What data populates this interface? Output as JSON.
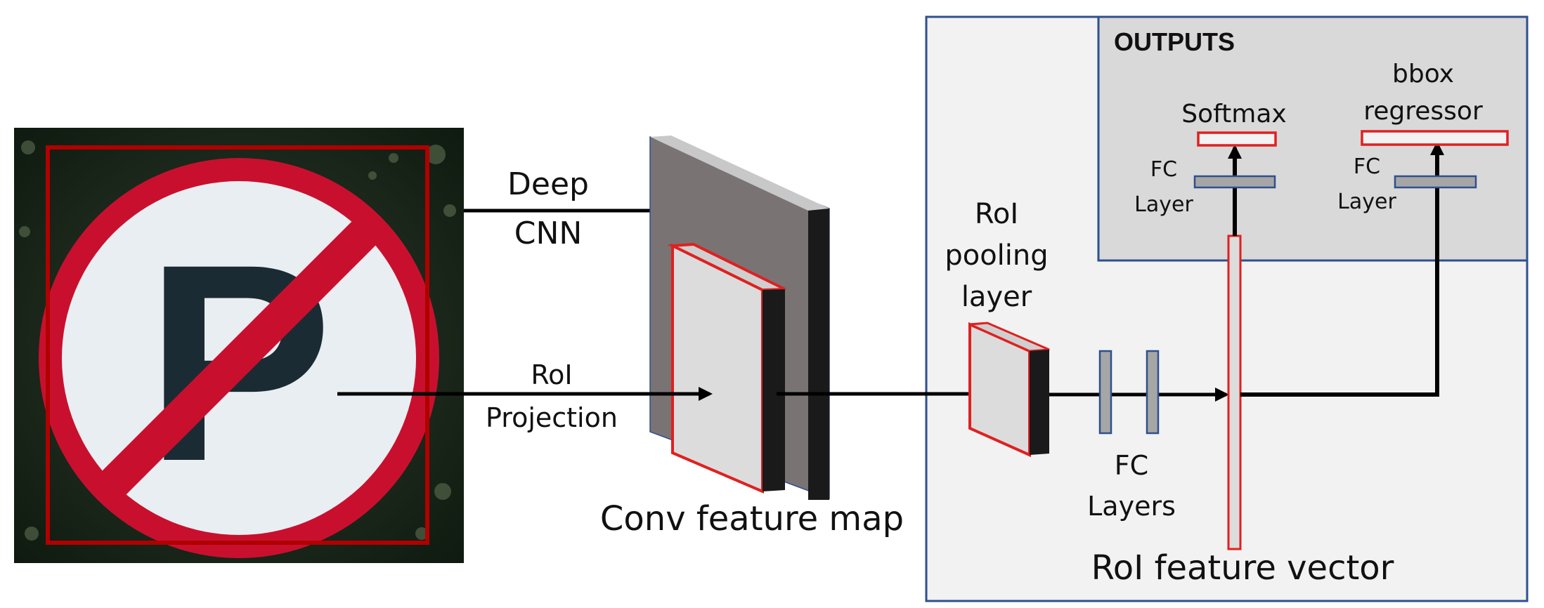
{
  "diagram": {
    "labels": {
      "deep_cnn_line1": "Deep",
      "deep_cnn_line2": "CNN",
      "roi_projection_line1": "RoI",
      "roi_projection_line2": "Projection",
      "conv_feature_map": "Conv feature map",
      "roi_pooling_line1": "RoI",
      "roi_pooling_line2": "pooling",
      "roi_pooling_line3": "layer",
      "fc_layers_line1": "FC",
      "fc_layers_line2": "Layers",
      "roi_feature_vector": "RoI feature vector",
      "outputs_title": "OUTPUTS",
      "softmax": "Softmax",
      "bbox_regressor_line1": "bbox",
      "bbox_regressor_line2": "regressor",
      "fc_layer_left_line1": "FC",
      "fc_layer_left_line2": "Layer",
      "fc_layer_right_line1": "FC",
      "fc_layer_right_line2": "Layer"
    },
    "input_image": {
      "description_icon": "no-parking-sign-icon",
      "sign_letter": "P"
    },
    "colors": {
      "roi_red": "#e02020",
      "layer_blue": "#2f4f8f",
      "fc_gray": "#a6a6a6",
      "panel_bg": "#f2f2f2",
      "outputs_bg": "#d9d9d9",
      "feature_map_gray": "#7f7f7f"
    }
  }
}
